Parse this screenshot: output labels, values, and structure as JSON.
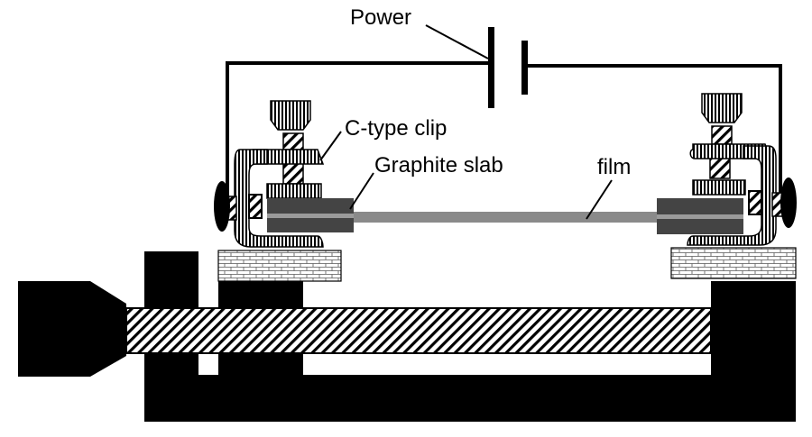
{
  "labels": {
    "power": "Power",
    "clip": "C-type clip",
    "graphite": "Graphite slab",
    "film": "film"
  },
  "colors": {
    "line": "#000000",
    "graphite": "#444444",
    "film": "#8a8a8a",
    "background": "#ffffff"
  }
}
